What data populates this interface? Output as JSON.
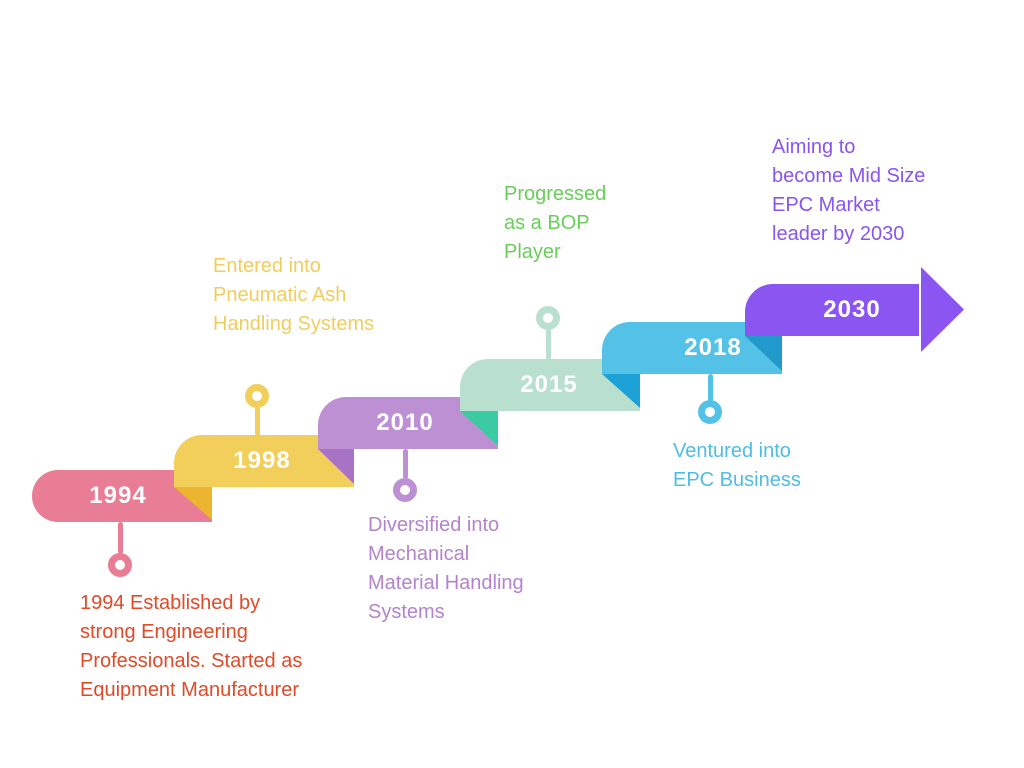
{
  "background": "#ffffff",
  "milestones": [
    {
      "year": "1994",
      "description": "1994 Established by\nstrong Engineering\nProfessionals. Started as\nEquipment Manufacturer",
      "pin_side": "below",
      "colors": {
        "bar": "#E97D95",
        "pin": "#E97D95",
        "text": "#DF4A28"
      }
    },
    {
      "year": "1998",
      "description": "Entered into\nPneumatic Ash\nHandling Systems",
      "pin_side": "above",
      "colors": {
        "bar": "#F2CF5B",
        "fold": "#ECB42F",
        "pin": "#F2CF5B",
        "text": "#F1CD5C"
      }
    },
    {
      "year": "2010",
      "description": "Diversified into\nMechanical\nMaterial Handling\nSystems",
      "pin_side": "below",
      "colors": {
        "bar": "#BD90D4",
        "fold": "#A873C4",
        "pin": "#BD90D4",
        "text": "#B383CC"
      }
    },
    {
      "year": "2015",
      "description": "Progressed\nas a BOP\nPlayer",
      "pin_side": "above",
      "colors": {
        "bar": "#B9E0CE",
        "fold": "#3BCBA3",
        "pin": "#B9E0CE",
        "text": "#68CE58"
      }
    },
    {
      "year": "2018",
      "description": "Ventured into\nEPC Business",
      "pin_side": "below",
      "colors": {
        "bar": "#54C2E7",
        "fold": "#1CA2D6",
        "pin": "#54C2E7",
        "text": "#4FBCE4"
      }
    },
    {
      "year": "2030",
      "description": "Aiming to\nbecome Mid Size\nEPC Market\nleader by 2030",
      "pin_side": "none",
      "colors": {
        "bar": "#8A55F0",
        "fold": "#2199CB",
        "text": "#8A55EE"
      }
    }
  ]
}
